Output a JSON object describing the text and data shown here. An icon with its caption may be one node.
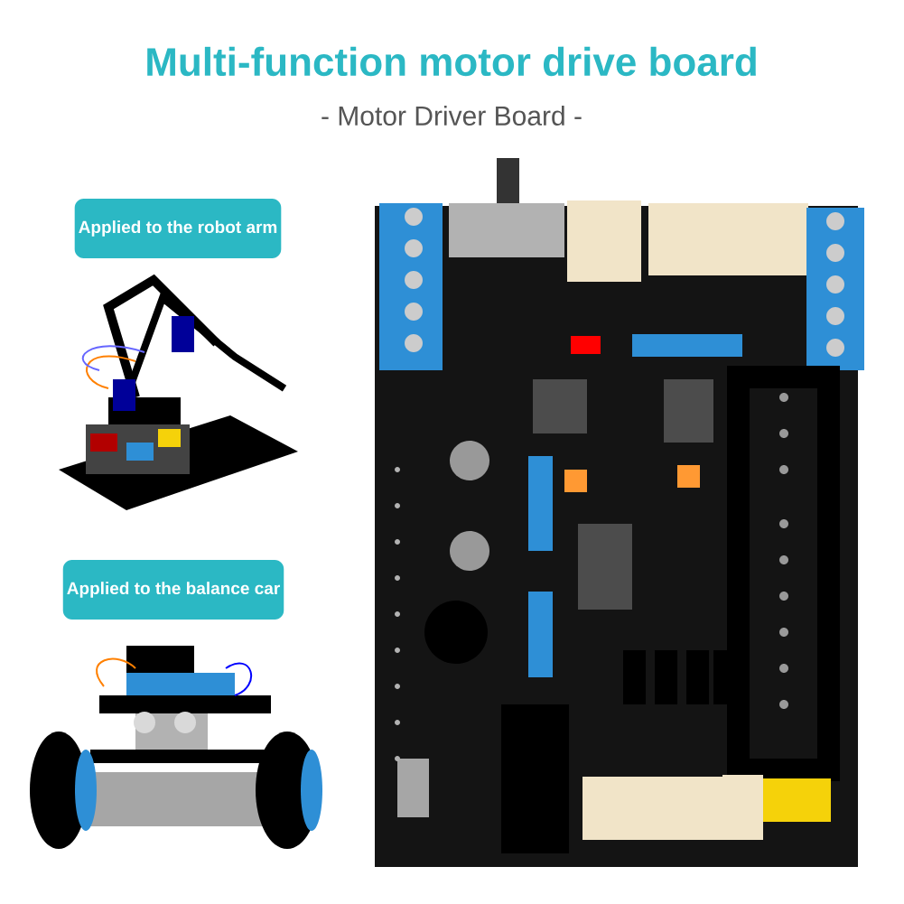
{
  "diagram": {
    "title": "Multi-function motor drive board",
    "nodes": [
      {
        "text": [
          "Applied to the robot arm"
        ]
      },
      {
        "text": [
          "Applied to the balance car"
        ]
      }
    ],
    "edges": [],
    "labels": [
      "- Motor Driver Board -"
    ]
  }
}
